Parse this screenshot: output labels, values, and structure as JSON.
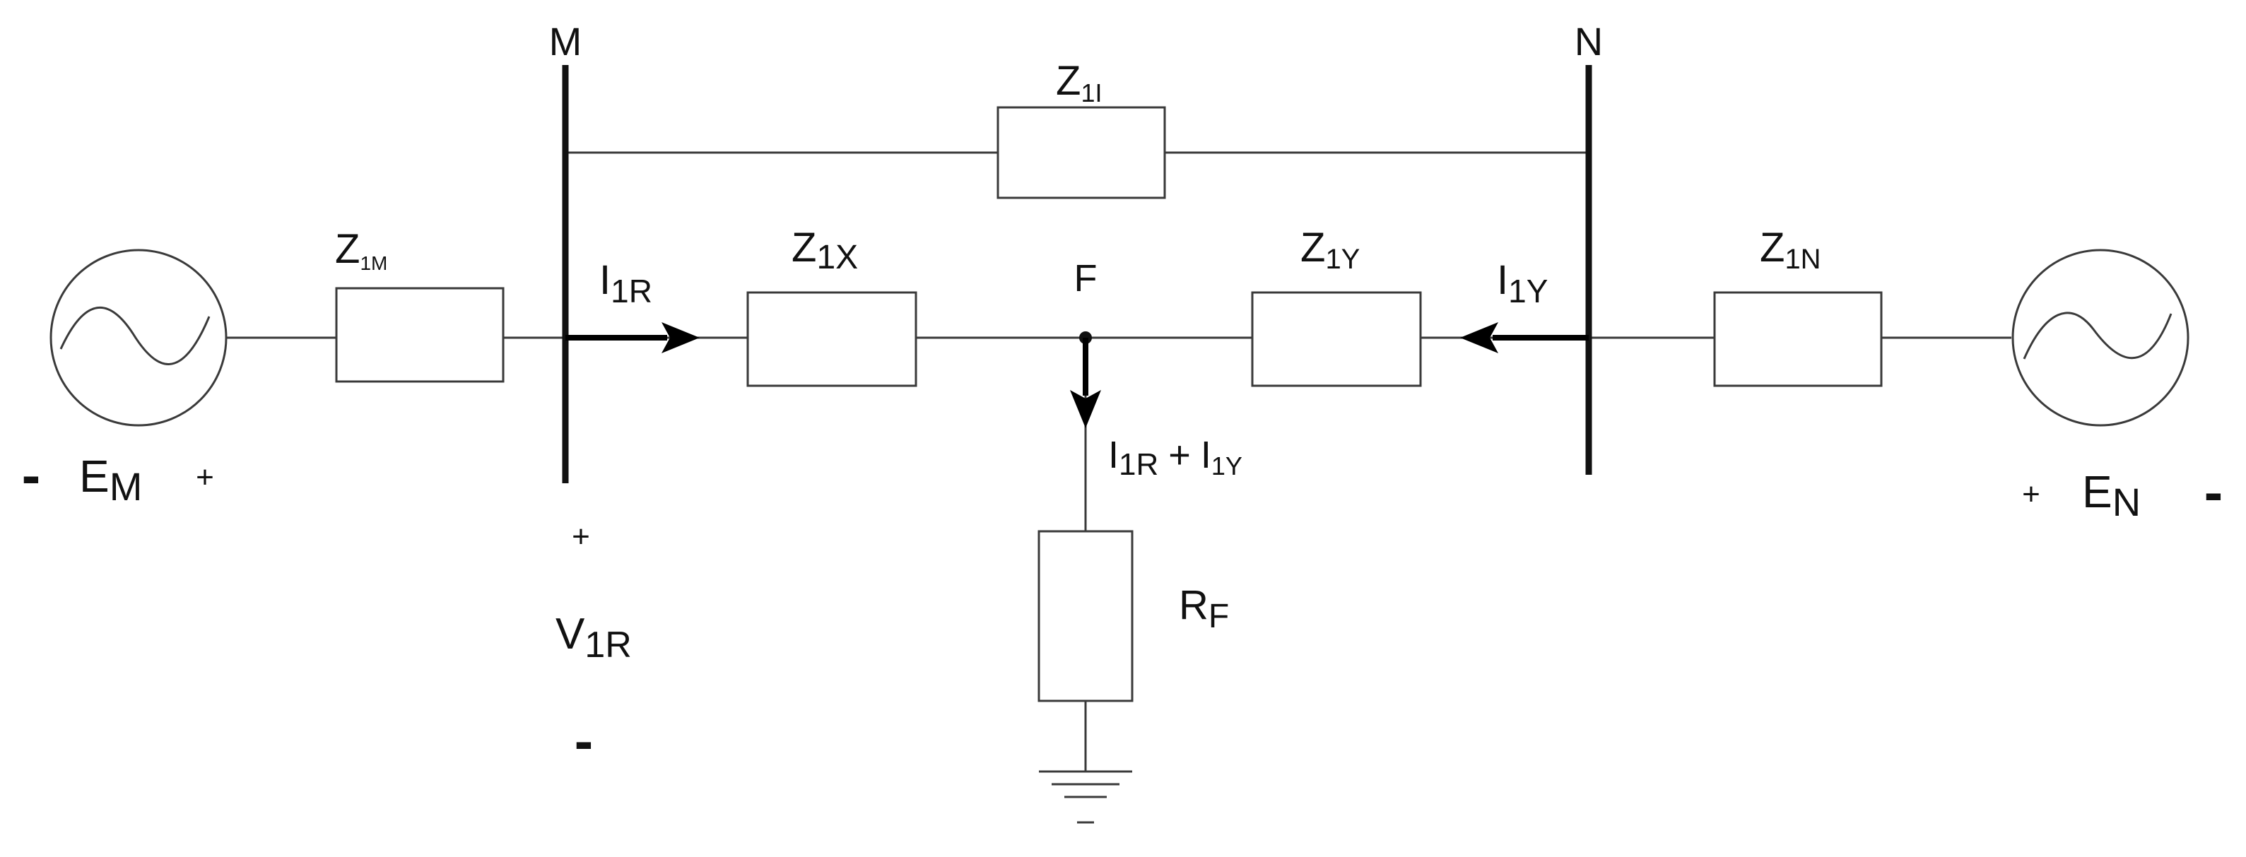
{
  "buses": {
    "left": {
      "label": "M"
    },
    "right": {
      "label": "N"
    }
  },
  "impedances": {
    "z_parallel": {
      "main": "Z",
      "sub": "1I"
    },
    "z_source_m": {
      "main": "Z",
      "sub": "1M"
    },
    "z_x": {
      "main": "Z",
      "sub": "1X"
    },
    "z_y": {
      "main": "Z",
      "sub": "1Y"
    },
    "z_source_n": {
      "main": "Z",
      "sub": "1N"
    }
  },
  "fault": {
    "point_label": "F",
    "resistor": {
      "main": "R",
      "sub": "F"
    },
    "current": {
      "main1": "I",
      "sub1": "1R",
      "plus": "+",
      "main2": "I",
      "sub2": "1Y"
    }
  },
  "currents": {
    "i_r": {
      "main": "I",
      "sub": "1R"
    },
    "i_y": {
      "main": "I",
      "sub": "1Y"
    }
  },
  "voltage": {
    "plus": "+",
    "main": "V",
    "sub": "1R",
    "minus": "-"
  },
  "sources": {
    "left": {
      "minus": "-",
      "main": "E",
      "sub": "M",
      "plus": "+"
    },
    "right": {
      "plus": "+",
      "main": "E",
      "sub": "N",
      "minus": "-"
    }
  }
}
